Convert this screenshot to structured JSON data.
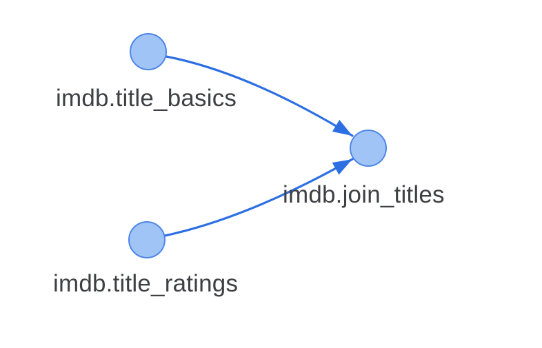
{
  "graph": {
    "nodes": [
      {
        "id": "imdb.title_basics",
        "label": "imdb.title_basics"
      },
      {
        "id": "imdb.title_ratings",
        "label": "imdb.title_ratings"
      },
      {
        "id": "imdb.join_titles",
        "label": "imdb.join_titles"
      }
    ],
    "edges": [
      {
        "from": "imdb.title_basics",
        "to": "imdb.join_titles"
      },
      {
        "from": "imdb.title_ratings",
        "to": "imdb.join_titles"
      }
    ]
  },
  "colors": {
    "edge": "#2d6fe2",
    "node_fill": "#a1c4f7",
    "node_stroke": "#4e86e8",
    "label_text": "#3e4043",
    "background": "#ffffff"
  }
}
